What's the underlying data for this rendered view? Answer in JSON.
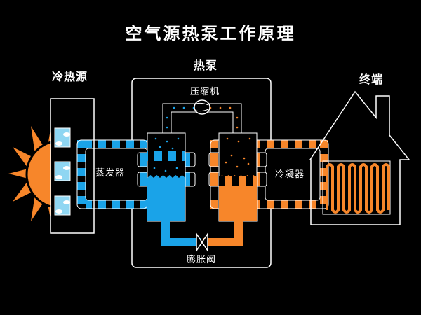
{
  "title": "空气源热泵工作原理",
  "sections": {
    "cold_source": "冷热源",
    "heat_pump": "热泵",
    "terminal": "终端"
  },
  "components": {
    "compressor": "压缩机",
    "evaporator": "蒸发器",
    "condenser": "冷凝器",
    "expansion_valve": "膨胀阀"
  },
  "colors": {
    "background": "#000000",
    "cold_refrigerant": "#1aa3e8",
    "hot_refrigerant": "#f7862a",
    "sun": "#f7862a",
    "sky_window": "#8fd6f2",
    "outline": "#ffffff"
  },
  "icons": {
    "sun": "sun-icon",
    "windows": [
      "cloud-window-icon",
      "cloud-window-icon",
      "cloud-window-icon"
    ],
    "house": "house-icon",
    "radiator": "floor-heating-coil-icon",
    "compressor": "compressor-icon",
    "valve": "expansion-valve-icon"
  }
}
